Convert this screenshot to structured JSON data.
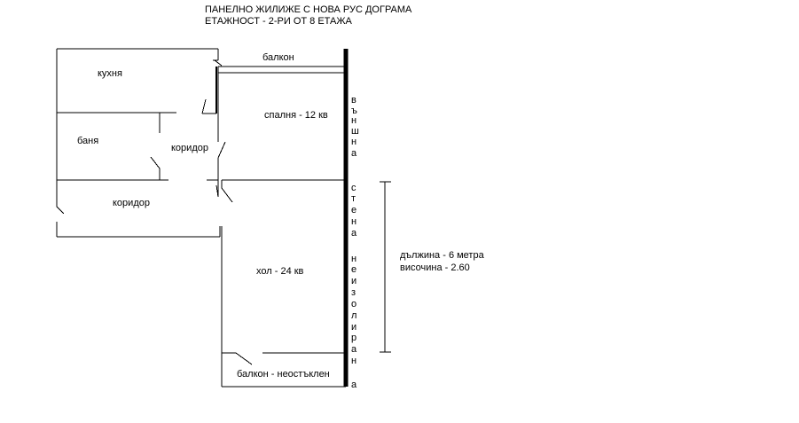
{
  "header": {
    "line1": "ПАНЕЛНО ЖИЛИЖЕ С НОВА РУС ДОГРАМА",
    "line2": "ЕТАЖНОСТ - 2-РИ ОТ 8 ЕТАЖА"
  },
  "rooms": {
    "kitchen": "кухня",
    "balcony_top": "балкон",
    "bedroom": "спалня - 12 кв",
    "bathroom": "баня",
    "corridor_small": "коридор",
    "corridor_main": "коридор",
    "living_room": "хол - 24 кв",
    "balcony_bottom": "балкон - неостъклен"
  },
  "outer_wall_letters": [
    "в",
    "ъ",
    "н",
    "ш",
    "н",
    "а",
    "с",
    "т",
    "е",
    "н",
    "а",
    "н",
    "е",
    "и",
    "з",
    "о",
    "л",
    "и",
    "р",
    "а",
    "н",
    "а"
  ],
  "dimensions": {
    "length": "дължина - 6 метра",
    "height": "височина - 2.60"
  }
}
